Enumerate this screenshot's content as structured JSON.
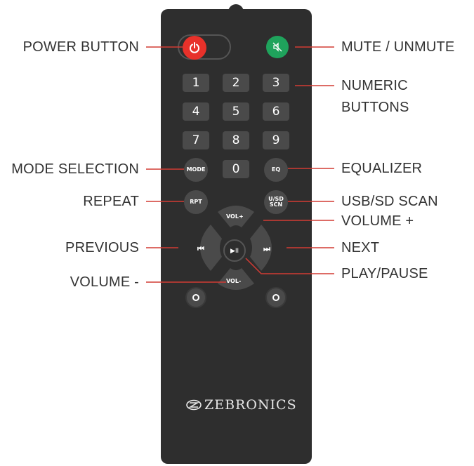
{
  "callouts": {
    "power": "POWER BUTTON",
    "mute": "MUTE / UNMUTE",
    "numeric_line1": "NUMERIC",
    "numeric_line2": "BUTTONS",
    "mode": "MODE SELECTION",
    "equalizer": "EQUALIZER",
    "repeat": "REPEAT",
    "usb_sd_scan": "USB/SD SCAN",
    "volume_plus": "VOLUME +",
    "previous": "PREVIOUS",
    "next": "NEXT",
    "play_pause": "PLAY/PAUSE",
    "volume_minus": "VOLUME -"
  },
  "remote": {
    "keys": [
      "1",
      "2",
      "3",
      "4",
      "5",
      "6",
      "7",
      "8",
      "9",
      "0"
    ],
    "mode_label": "MODE",
    "eq_label": "EQ",
    "rpt_label": "RPT",
    "usd_label_line1": "U/SD",
    "usd_label_line2": "SCN",
    "vol_plus_label": "VOL+",
    "vol_minus_label": "VOL-",
    "prev_glyph": "⏮",
    "next_glyph": "⏭",
    "play_glyph": "▶II",
    "brand": "ZEBRONICS"
  },
  "colors": {
    "remote_body": "#2e2e2e",
    "button": "#4a4a4a",
    "power": "#e8312a",
    "mute": "#1fa35c",
    "callout_line": "#d23b34"
  },
  "icons": {
    "power": "power-icon",
    "mute": "mute-speaker-icon",
    "brand": "zebronics-logo"
  }
}
